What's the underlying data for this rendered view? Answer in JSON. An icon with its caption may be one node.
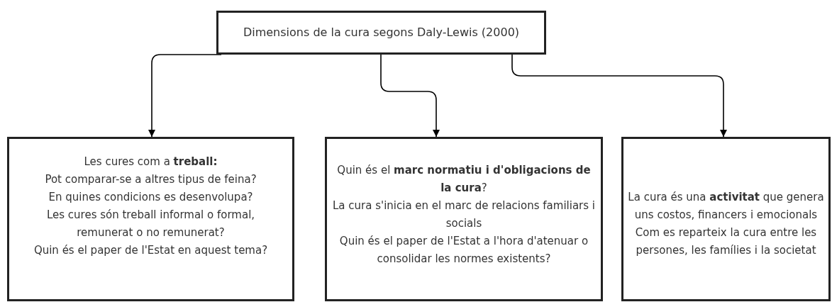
{
  "diagram": {
    "nodes": [
      {
        "text": [
          "Dimensions de la cura segons Daly-Lewis (2000)"
        ]
      },
      {
        "text": [
          "Les cures com a **treball:**",
          "Pot comparar-se a altres tipus de feina?",
          "En quines condicions es desenvolupa?",
          "Les cures són treball informal o formal, remunerat o no remunerat?",
          "Quin és el paper de l'Estat en aquest tema?"
        ]
      },
      {
        "text": [
          "Quin és el **marc normatiu i d'obligacions de la cura**?",
          "La cura s'inicia en el marc de relacions familiars i socials",
          "Quin és el paper de l'Estat a l'hora d'atenuar o consolidar les normes existents?"
        ]
      },
      {
        "text": [
          "La cura és una **activitat** que genera uns costos, financers i emocionals",
          "Com es reparteix la cura entre les persones, les famílies i la societat"
        ]
      }
    ],
    "edges": [
      {
        "from": 0,
        "to": 1,
        "arrow": "to"
      },
      {
        "from": 0,
        "to": 2,
        "arrow": "to"
      },
      {
        "from": 0,
        "to": 3,
        "arrow": "to"
      }
    ]
  }
}
